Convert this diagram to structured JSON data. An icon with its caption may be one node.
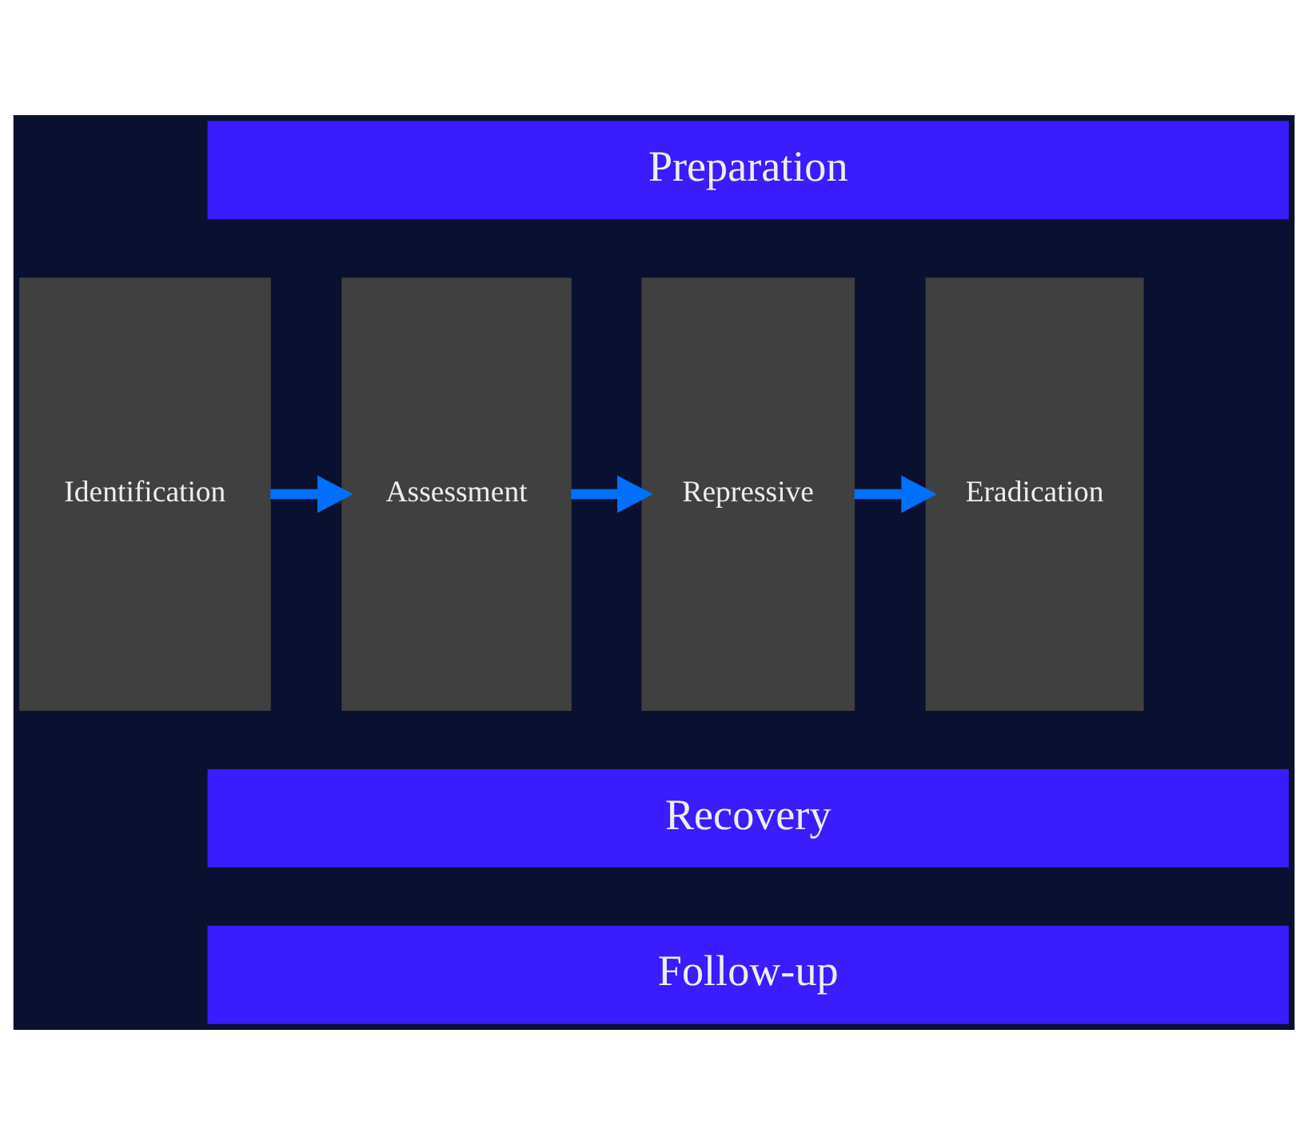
{
  "diagram": {
    "nodes": [
      {
        "text": [
          "Preparation"
        ]
      },
      {
        "text": [
          "Identification"
        ]
      },
      {
        "text": [
          "Assessment"
        ]
      },
      {
        "text": [
          "Repressive"
        ]
      },
      {
        "text": [
          "Eradication"
        ]
      },
      {
        "text": [
          "Recovery"
        ]
      },
      {
        "text": [
          "Follow-up"
        ]
      }
    ],
    "edges": [
      {
        "from": 1,
        "to": 2,
        "arrow": "to"
      },
      {
        "from": 2,
        "to": 3,
        "arrow": "to"
      },
      {
        "from": 3,
        "to": 4,
        "arrow": "to"
      }
    ]
  }
}
